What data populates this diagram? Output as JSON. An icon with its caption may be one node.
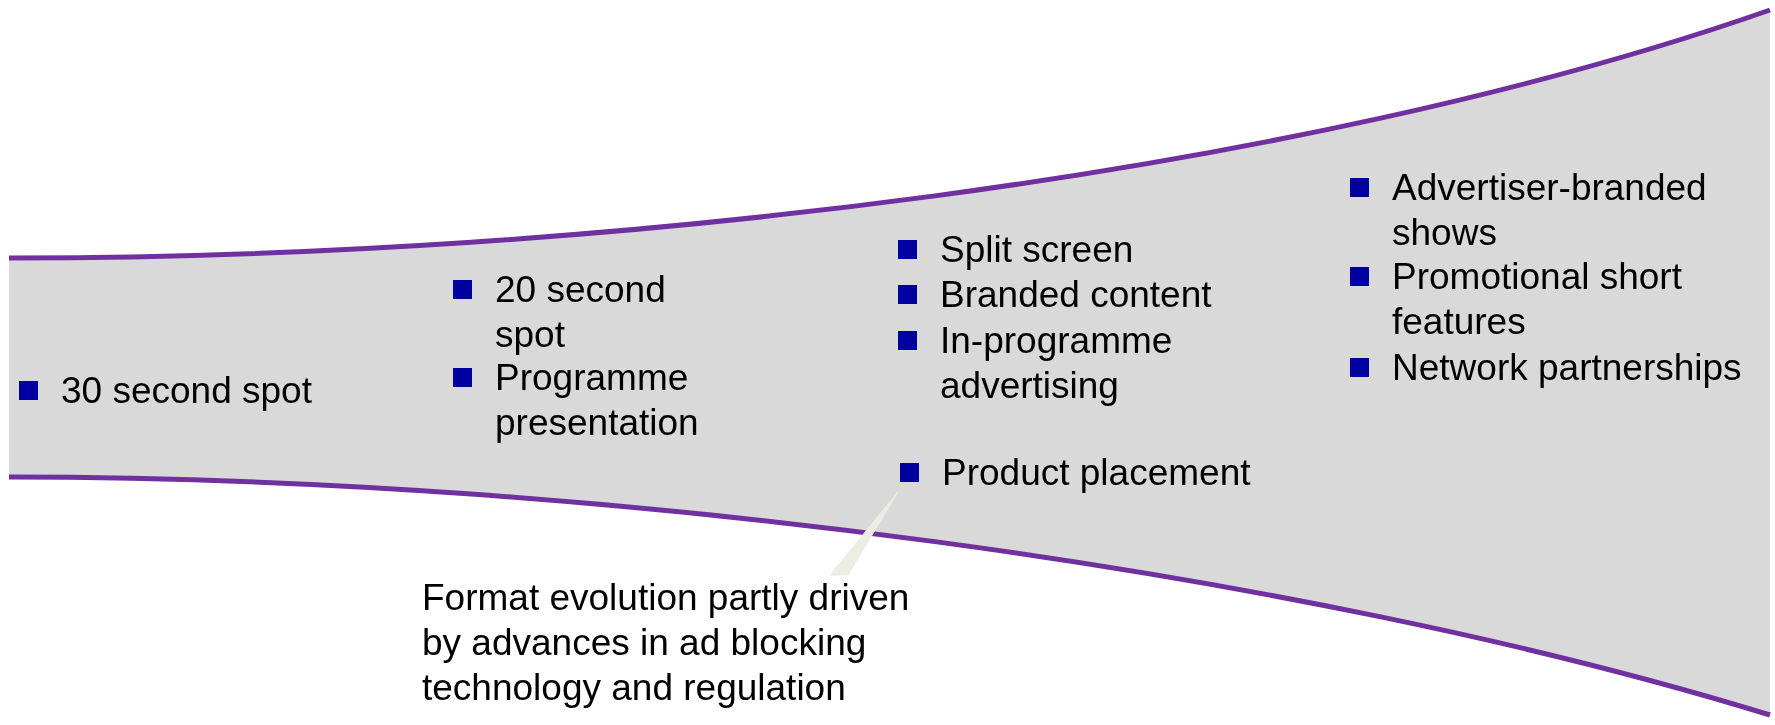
{
  "diagram": {
    "nodes": [
      {
        "text": [],
        "shape": "band"
      },
      {
        "text": [
          "30 second spot"
        ],
        "in": 0
      },
      {
        "text": [
          "20 second spot"
        ],
        "in": 0
      },
      {
        "text": [
          "Programme presentation"
        ],
        "in": 0
      },
      {
        "text": [
          "Split screen"
        ],
        "in": 0
      },
      {
        "text": [
          "Branded content"
        ],
        "in": 0
      },
      {
        "text": [
          "In-programme advertising"
        ],
        "in": 0
      },
      {
        "text": [
          "Product placement"
        ],
        "in": 0
      },
      {
        "text": [
          "Advertiser-branded shows"
        ],
        "in": 0
      },
      {
        "text": [
          "Promotional short features"
        ],
        "in": 0
      },
      {
        "text": [
          "Network partnerships"
        ],
        "in": 0
      },
      {
        "text": [
          "Format evolution partly driven by advances in ad blocking technology and regulation"
        ]
      }
    ],
    "edges": [
      {
        "from": 11,
        "to": 7,
        "arrow": "none"
      }
    ]
  }
}
